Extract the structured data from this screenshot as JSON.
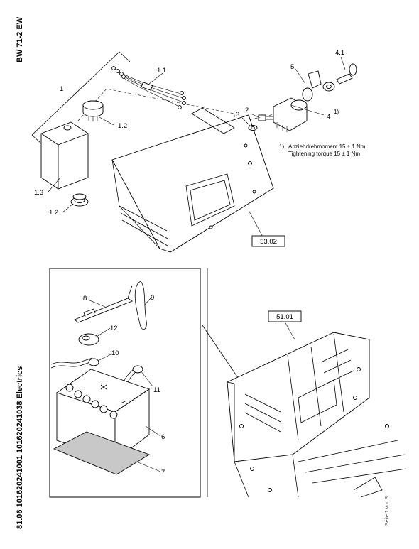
{
  "side_title_top": "BW 71-2 EW",
  "side_title_bottom": "81.06 101620241001 101620241038 Electrics",
  "page_footer": "Seite 1 von 3",
  "note": {
    "marker": "1)",
    "line1": "Anziehdrehmoment 15 ± 1 Nm",
    "line2": "Tightening torque 15 ± 1 Nm"
  },
  "callouts_top": [
    "1",
    "1.1",
    "1.2",
    "1.3",
    "1.2",
    "2",
    "3",
    "4",
    "1)",
    "4.1",
    "5"
  ],
  "ref_boxes": [
    "53.02",
    "51.01"
  ],
  "callouts_battery": [
    "8",
    "9",
    "12",
    "10",
    "11",
    "6",
    "7"
  ]
}
